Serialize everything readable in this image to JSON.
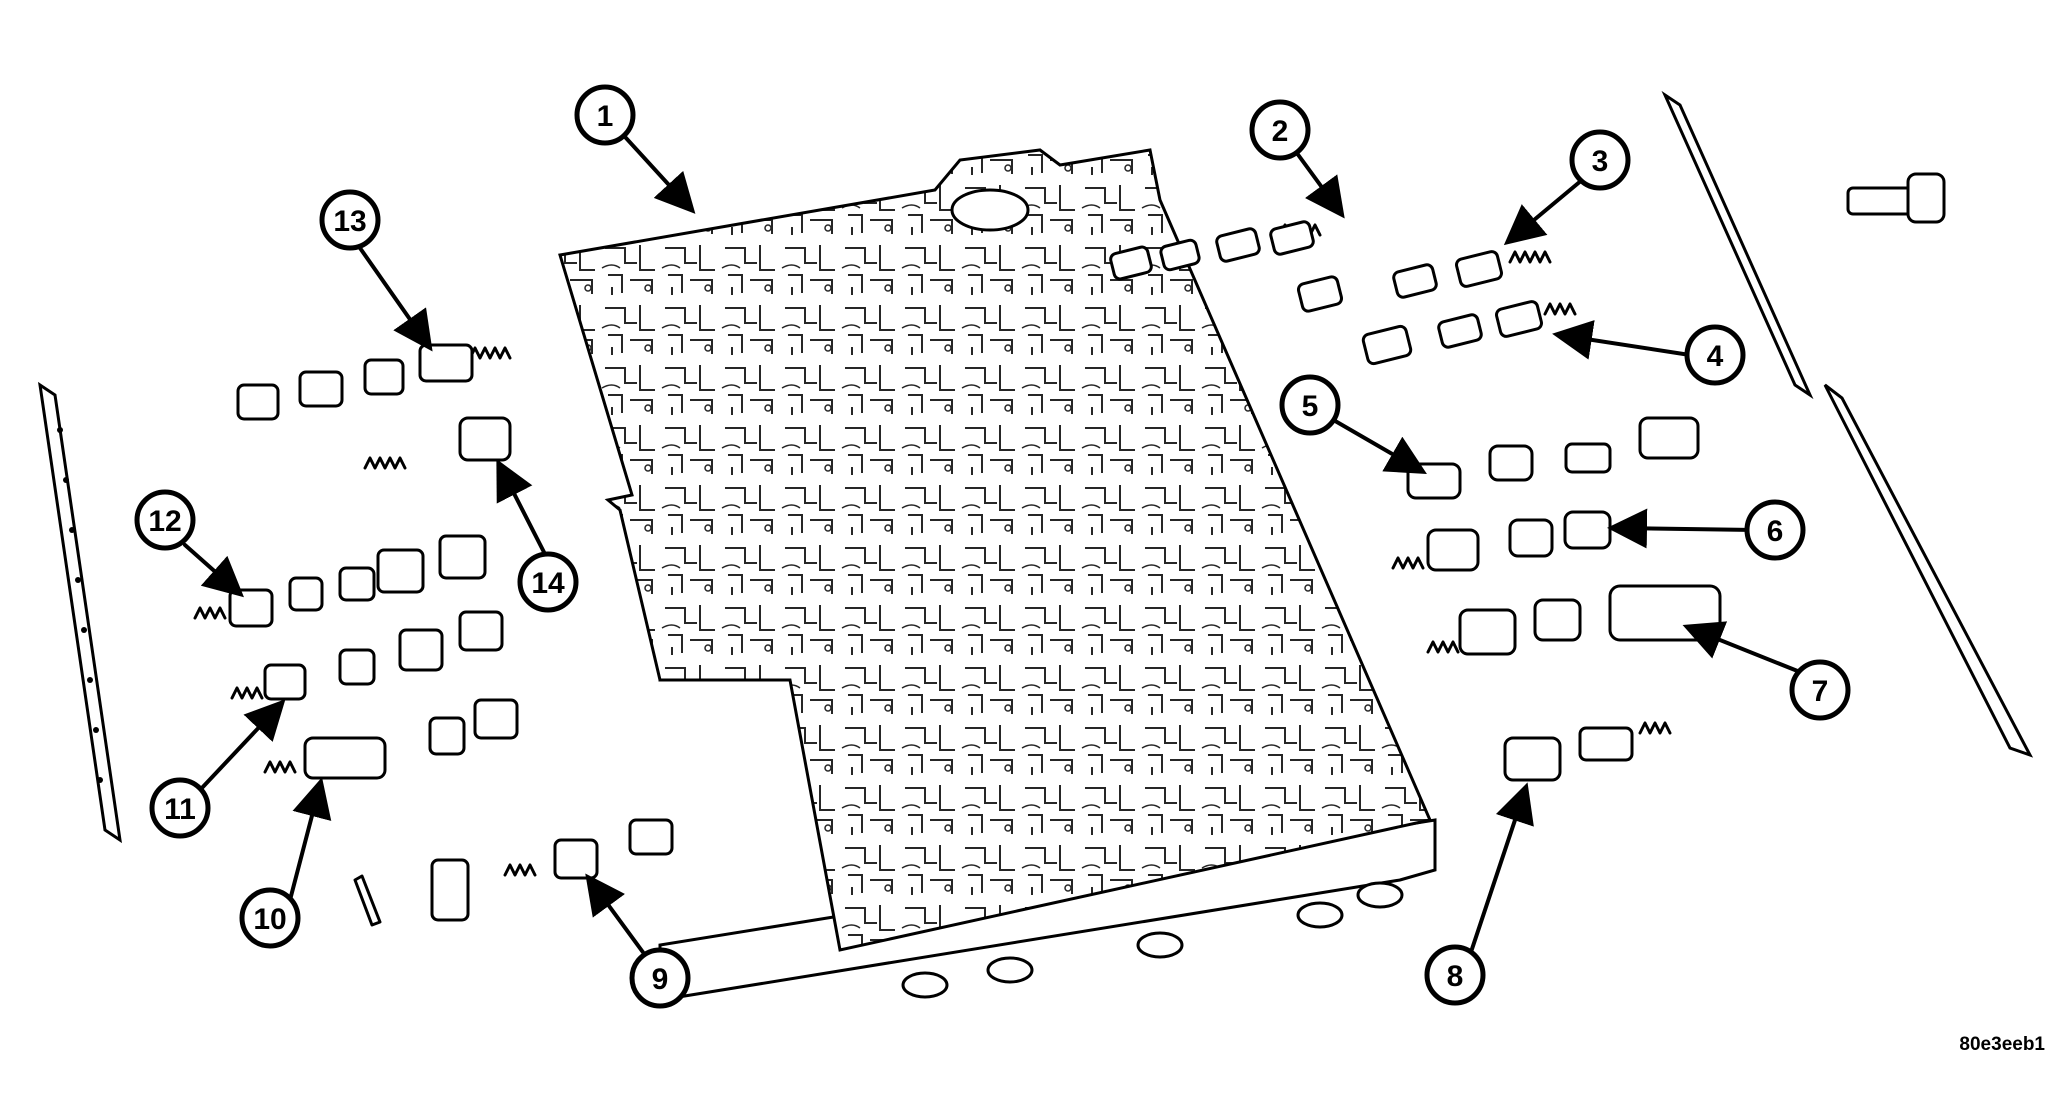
{
  "figure_id": "80e3eeb1",
  "callouts": [
    {
      "label": "1"
    },
    {
      "label": "2"
    },
    {
      "label": "3"
    },
    {
      "label": "4"
    },
    {
      "label": "5"
    },
    {
      "label": "6"
    },
    {
      "label": "7"
    },
    {
      "label": "8"
    },
    {
      "label": "9"
    },
    {
      "label": "10"
    },
    {
      "label": "11"
    },
    {
      "label": "12"
    },
    {
      "label": "13"
    },
    {
      "label": "14"
    }
  ]
}
